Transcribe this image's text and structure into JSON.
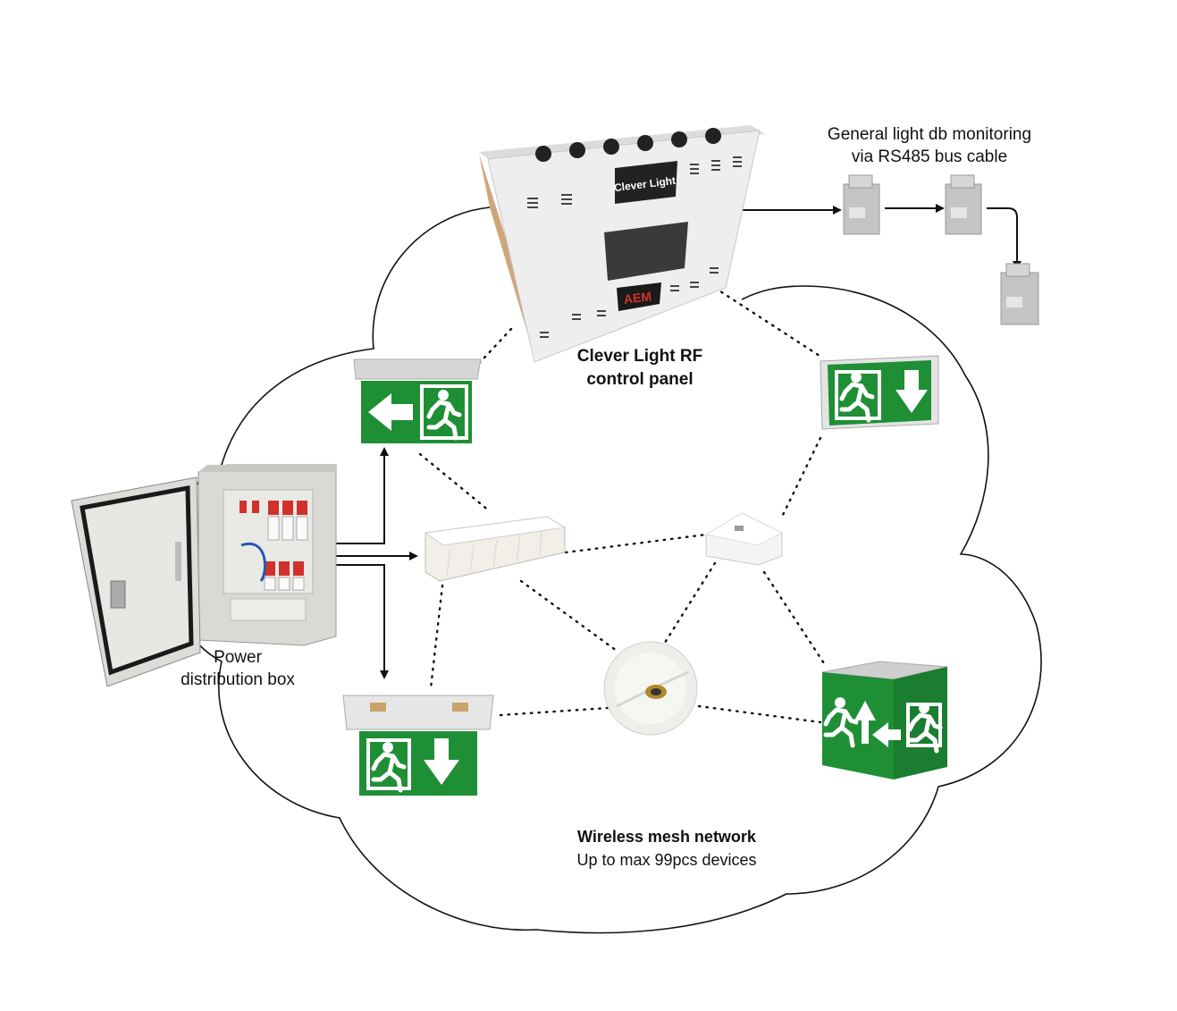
{
  "colors": {
    "sign_green": "#1f8f36",
    "panel_body": "#eeeeee",
    "panel_edge": "#cfa67a",
    "screen": "#3a3a3a",
    "cabinet": "#d9d9d6",
    "breaker_red": "#d0322b",
    "line": "#111111",
    "module_gray": "#b9b9b9"
  },
  "labels": {
    "monitoring_line1": "General light db monitoring",
    "monitoring_line2": "via RS485 bus cable",
    "panel_line1": "Clever Light RF",
    "panel_line2": "control panel",
    "power_line1": "Power",
    "power_line2": "distribution box",
    "mesh_title": "Wireless mesh network",
    "mesh_subtitle": "Up to max 99pcs devices"
  },
  "device_text": {
    "panel_brand": "Clever Light",
    "panel_logo": "AEM"
  },
  "icons": [
    "running-man-icon",
    "arrow-left-icon",
    "arrow-down-icon",
    "arrow-up-icon"
  ]
}
